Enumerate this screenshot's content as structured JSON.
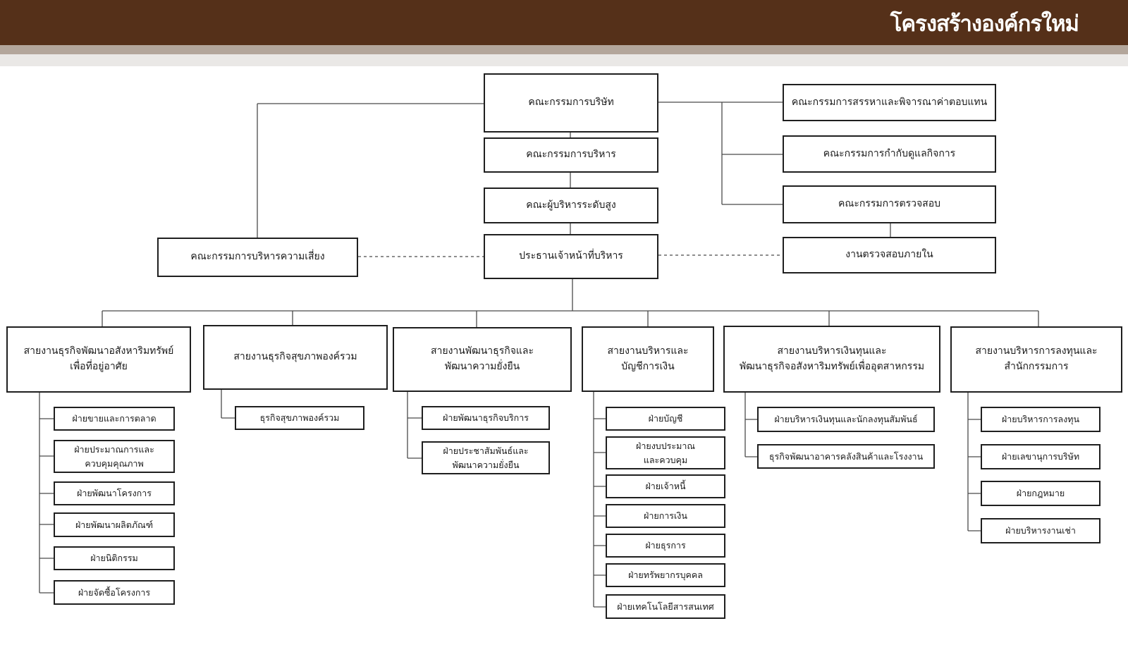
{
  "header": {
    "title": "โครงสร้างองค์กรใหม่"
  },
  "top": {
    "board": "คณะกรรมการบริษัท",
    "executive": "คณะกรรมการบริหาร",
    "senior": "คณะผู้บริหารระดับสูง",
    "ceo": "ประธานเจ้าหน้าที่บริหาร",
    "risk": "คณะกรรมการบริหารความเสี่ยง",
    "nomination": "คณะกรรมการสรรหาและพิจารณาค่าตอบแทน",
    "governance": "คณะกรรมการกำกับดูแลกิจการ",
    "audit": "คณะกรรมการตรวจสอบ",
    "internal_audit": "งานตรวจสอบภายใน"
  },
  "divisions": [
    {
      "name": "สายงานธุรกิจพัฒนาอสังหาริมทรัพย์\nเพื่อที่อยู่อาศัย",
      "units": [
        "ฝ่ายขายและการตลาด",
        "ฝ่ายประมาณการและ\nควบคุมคุณภาพ",
        "ฝ่ายพัฒนาโครงการ",
        "ฝ่ายพัฒนาผลิตภัณฑ์",
        "ฝ่ายนิติกรรม",
        "ฝ่ายจัดซื้อโครงการ"
      ]
    },
    {
      "name": "สายงานธุรกิจสุขภาพองค์รวม",
      "units": [
        "ธุรกิจสุขภาพองค์รวม"
      ]
    },
    {
      "name": "สายงานพัฒนาธุรกิจและ\nพัฒนาความยั่งยืน",
      "units": [
        "ฝ่ายพัฒนาธุรกิจบริการ",
        "ฝ่ายประชาสัมพันธ์และ\nพัฒนาความยั่งยืน"
      ]
    },
    {
      "name": "สายงานบริหารและ\nบัญชีการเงิน",
      "units": [
        "ฝ่ายบัญชี",
        "ฝ่ายงบประมาณ\nและควบคุม",
        "ฝ่ายเจ้าหนี้",
        "ฝ่ายการเงิน",
        "ฝ่ายธุรการ",
        "ฝ่ายทรัพยากรบุคคล",
        "ฝ่ายเทคโนโลยีสารสนเทศ"
      ]
    },
    {
      "name": "สายงานบริหารเงินทุนและ\nพัฒนาธุรกิจอสังหาริมทรัพย์เพื่ออุตสาหกรรม",
      "units": [
        "ฝ่ายบริหารเงินทุนและนักลงทุนสัมพันธ์",
        "ธุรกิจพัฒนาอาคารคลังสินค้าและโรงงาน"
      ]
    },
    {
      "name": "สายงานบริหารการลงทุนและ\nสำนักกรรมการ",
      "units": [
        "ฝ่ายบริหารการลงทุน",
        "ฝ่ายเลขานุการบริษัท",
        "ฝ่ายกฎหมาย",
        "ฝ่ายบริหารงานเช่า"
      ]
    }
  ]
}
